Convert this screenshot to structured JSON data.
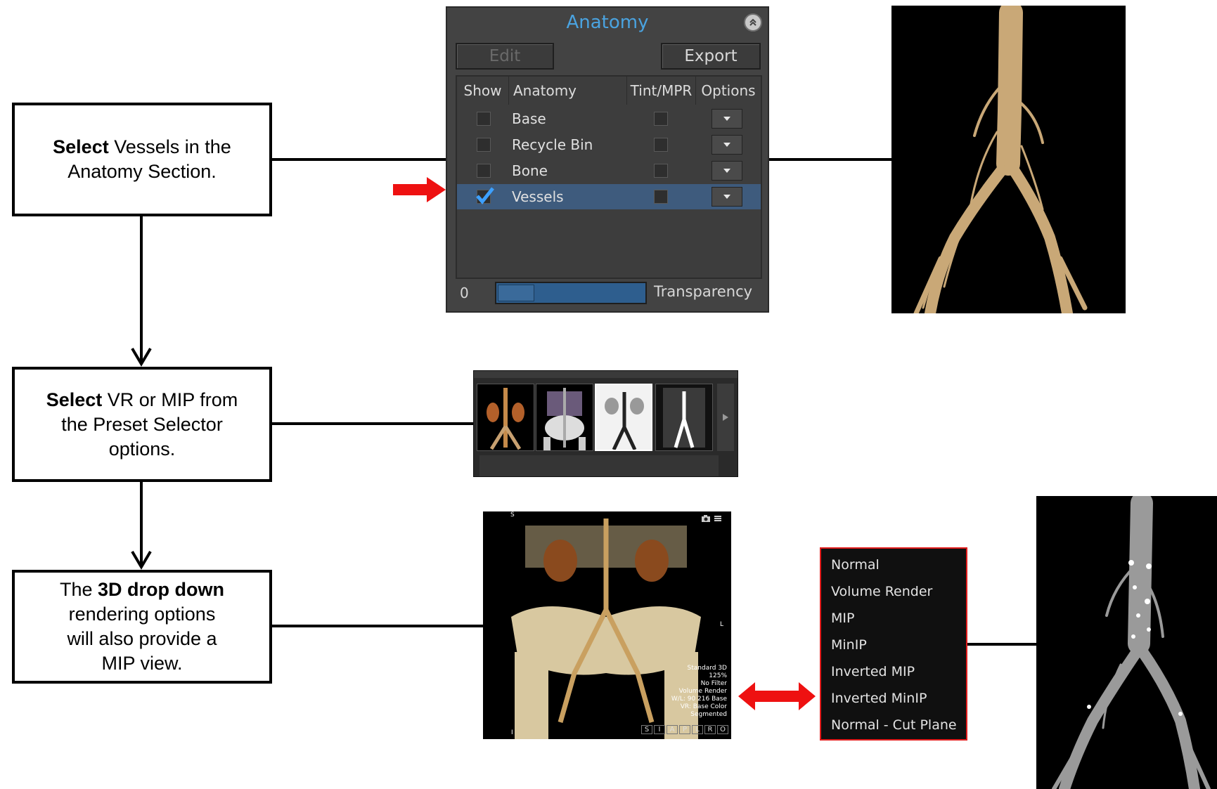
{
  "steps": [
    {
      "bold": "Select",
      "rest": " Vessels in the Anatomy Section."
    },
    {
      "bold": "Select",
      "rest": " VR or MIP from the Preset Selector options."
    },
    {
      "pre": "The ",
      "bold": "3D drop down",
      "rest": " rendering options will also provide a MIP view."
    }
  ],
  "anatomy_panel": {
    "title": "Anatomy",
    "edit_label": "Edit",
    "export_label": "Export",
    "columns": [
      "Show",
      "Anatomy",
      "Tint/MPR",
      "Options"
    ],
    "rows": [
      {
        "label": "Base",
        "checked": false
      },
      {
        "label": "Recycle Bin",
        "checked": false
      },
      {
        "label": "Bone",
        "checked": false
      },
      {
        "label": "Vessels",
        "checked": true
      }
    ],
    "transparency_value": "0",
    "transparency_label": "Transparency"
  },
  "vr_viewer": {
    "top_label": "S",
    "bottom_label": "I",
    "right_label": "L",
    "info_lines": [
      "Standard 3D",
      "125%",
      "No Filter",
      "Volume Render",
      "W/L: 90 216 Base",
      "VR: Base Color",
      "Segmented"
    ],
    "orientation_buttons": [
      "S",
      "I",
      "A",
      "P",
      "L",
      "R",
      "O"
    ]
  },
  "render_menu": {
    "items": [
      "Normal",
      "Volume Render",
      "MIP",
      "MinIP",
      "Inverted MIP",
      "Inverted MinIP",
      "Normal - Cut Plane"
    ]
  },
  "colors": {
    "arrow": "#ee1111",
    "panel_title": "#4aa3e0",
    "selected_row": "#3e5b7d",
    "menu_border": "#e11b1b"
  },
  "icons": [
    "collapse-up-icon",
    "dropdown-arrow-icon",
    "checkmark-icon",
    "scroll-right-icon",
    "camera-icon",
    "menu-icon",
    "right-arrow-icon",
    "double-arrow-icon"
  ]
}
